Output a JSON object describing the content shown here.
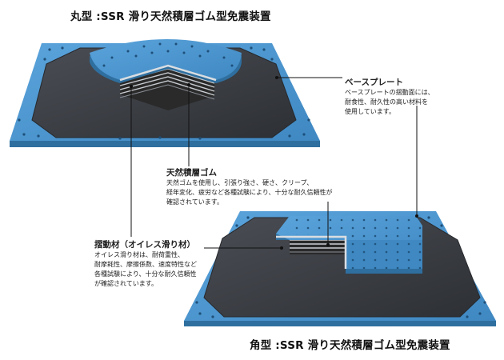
{
  "titles": {
    "round": "丸型 :SSR 滑り天然積層ゴム型免震装置",
    "square": "角型 :SSR 滑り天然積層ゴム型免震装置"
  },
  "callouts": {
    "base_plate": {
      "heading": "ベースプレート",
      "lines": [
        "ベースプレートの摺動面には、",
        "耐食性、耐久性の高い材料を",
        "使用しています。"
      ]
    },
    "natural_rubber": {
      "heading": "天然積層ゴム",
      "lines": [
        "天然ゴムを使用し、引張り強さ、硬さ、クリープ、",
        "経年変化、疲労など各種試験により、十分な耐久信頼性が",
        "確認されています。"
      ]
    },
    "sliding_material": {
      "heading": "摺動材（オイレス滑り材）",
      "lines": [
        "オイレス滑り材は、耐荷重性、",
        "耐摩耗性、摩擦係数、速度特性など",
        "各種試験により、十分な耐久信頼性",
        "が確認されています。"
      ]
    }
  },
  "colors": {
    "plate_blue": "#4d97d1",
    "plate_blue_dark": "#2f6f9f",
    "dark_surface": "#3c3f45",
    "dark_surface_edge": "#26282c",
    "rubber_dark": "#2a2a2a",
    "steel_light": "#c9cdd2",
    "leader_line": "#111111"
  }
}
